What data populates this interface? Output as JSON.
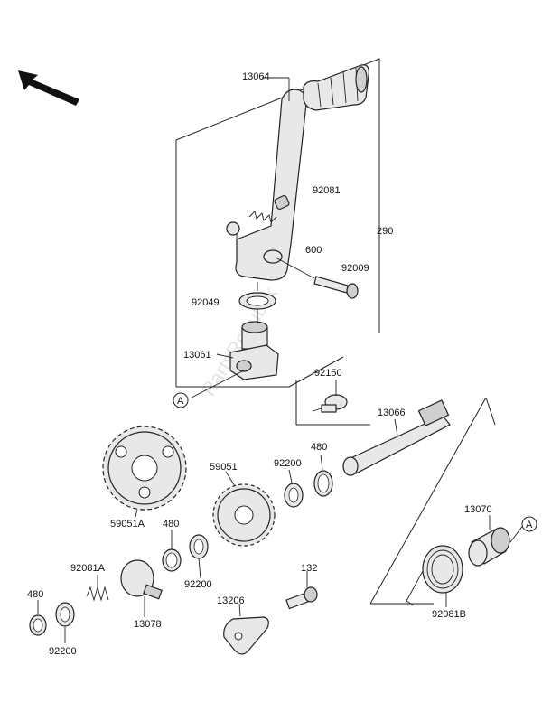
{
  "watermark": "PartsRepublik",
  "labels": {
    "p13064": "13064",
    "p92081": "92081",
    "p290": "290",
    "p600": "600",
    "p92009": "92009",
    "p92049": "92049",
    "p13061": "13061",
    "pA1": "A",
    "p92150": "92150",
    "p13066": "13066",
    "p480a": "480",
    "p92200a": "92200",
    "p59051": "59051",
    "p59051A": "59051A",
    "p480b": "480",
    "p92200b": "92200",
    "p92081A": "92081A",
    "p480c": "480",
    "p92200c": "92200",
    "p13078": "13078",
    "p132": "132",
    "p13206": "13206",
    "p13070": "13070",
    "pA2": "A",
    "p92081B": "92081B"
  },
  "icons": {
    "direction": "front-direction-arrow-icon"
  }
}
